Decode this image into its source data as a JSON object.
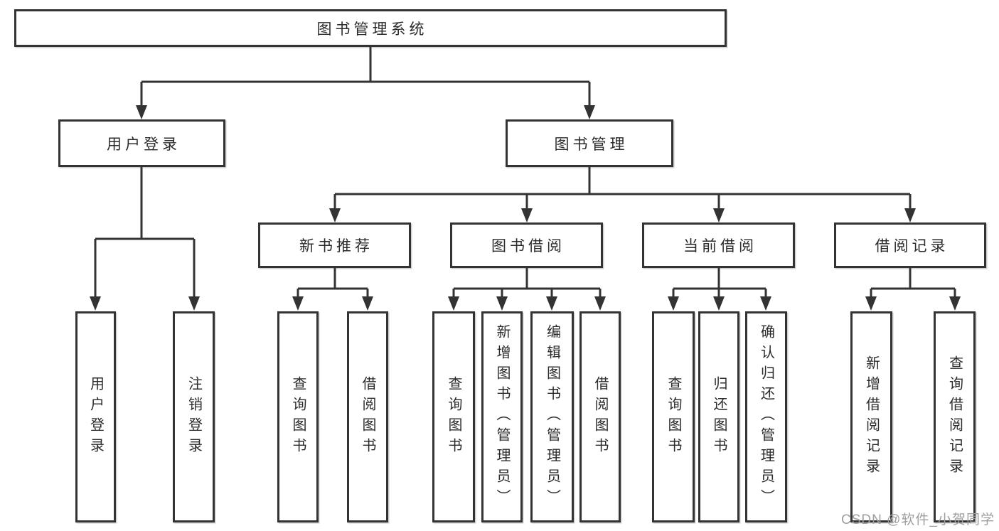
{
  "tree": {
    "label": "图书管理系统",
    "children": [
      {
        "label": "用户登录",
        "children": [
          {
            "label": "用户登录"
          },
          {
            "label": "注销登录"
          }
        ]
      },
      {
        "label": "图书管理",
        "children": [
          {
            "label": "新书推荐",
            "children": [
              {
                "label": "查询图书"
              },
              {
                "label": "借阅图书"
              }
            ]
          },
          {
            "label": "图书借阅",
            "children": [
              {
                "label": "查询图书"
              },
              {
                "label": "新增图书（管理员）"
              },
              {
                "label": "编辑图书（管理员）"
              },
              {
                "label": "借阅图书"
              }
            ]
          },
          {
            "label": "当前借阅",
            "children": [
              {
                "label": "查询图书"
              },
              {
                "label": "归还图书"
              },
              {
                "label": "确认归还（管理员）"
              }
            ]
          },
          {
            "label": "借阅记录",
            "children": [
              {
                "label": "新增借阅记录"
              },
              {
                "label": "查询借阅记录"
              }
            ]
          }
        ]
      }
    ]
  },
  "watermark": {
    "text": "CSDN @软件_小贺同学"
  },
  "colors": {
    "line": "#333333",
    "box_border": "#333333",
    "box_fill": "#ffffff",
    "text": "#2b2b2b",
    "watermark": "#9e9e9e",
    "background": "#ffffff"
  }
}
